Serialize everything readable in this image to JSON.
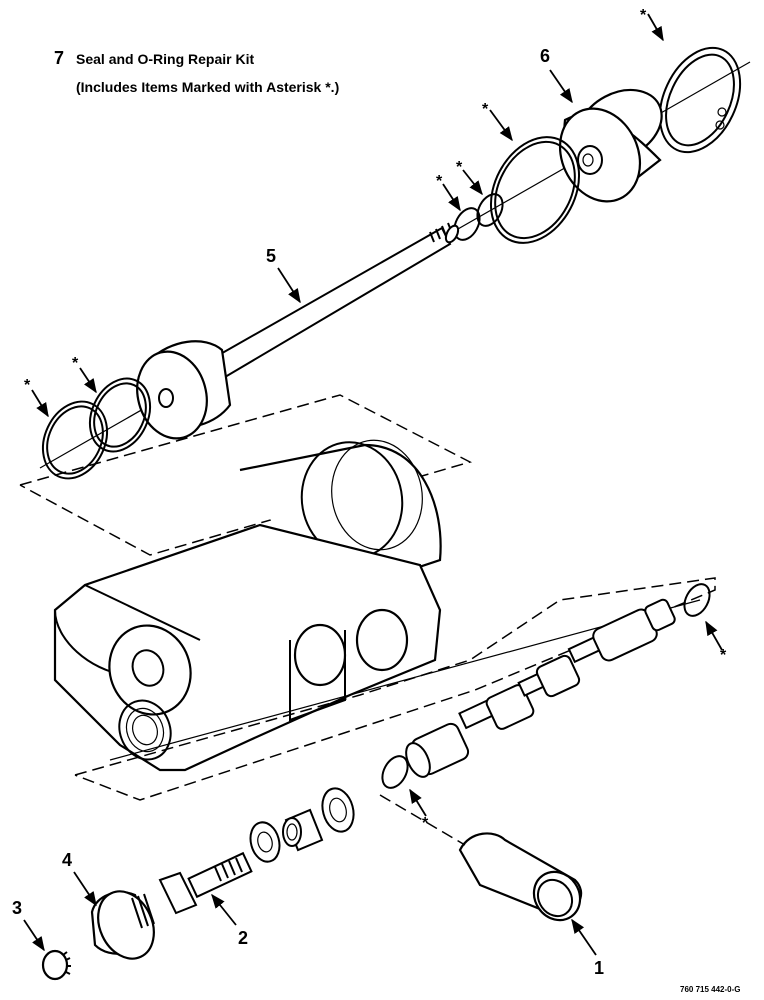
{
  "kit": {
    "number": "7",
    "line1": "Seal and O-Ring Repair Kit",
    "line2": "(Includes Items Marked with Asterisk *.)"
  },
  "callouts": {
    "item1": "1",
    "item2": "2",
    "item3": "3",
    "item4": "4",
    "item5": "5",
    "item6": "6",
    "asterisk": "*"
  },
  "figure_id": "760 715 442-0-G"
}
